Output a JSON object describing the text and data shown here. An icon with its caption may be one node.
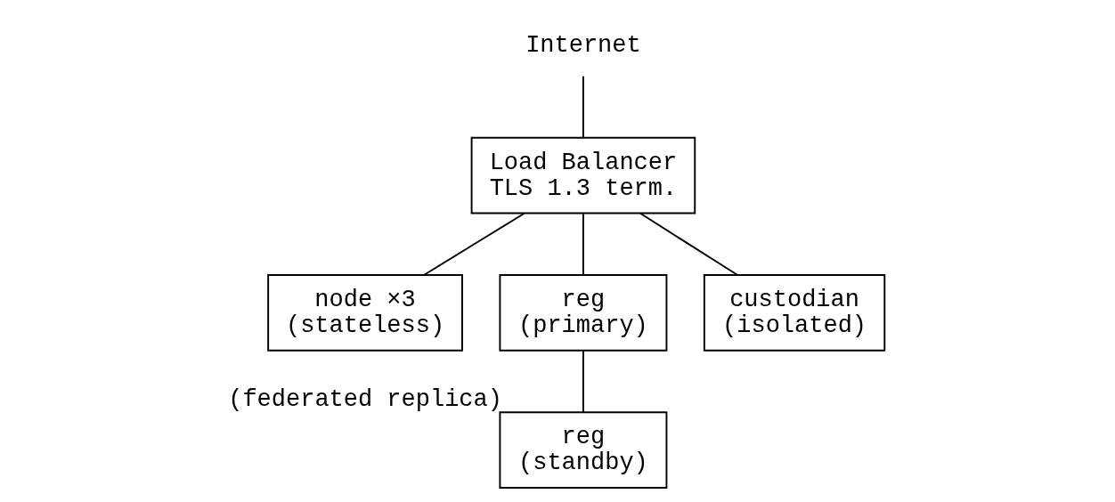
{
  "diagram": {
    "nodes": [
      {
        "text": [
          "Internet"
        ]
      },
      {
        "text": [
          "Load Balancer",
          "TLS 1.3 term."
        ]
      },
      {
        "text": [
          "node ×3",
          "(stateless)"
        ]
      },
      {
        "text": [
          "reg",
          "(primary)"
        ]
      },
      {
        "text": [
          "custodian",
          "(isolated)"
        ]
      },
      {
        "text": [
          "reg",
          "(standby)"
        ],
        "beside": [
          "(federated replica)"
        ]
      }
    ],
    "edges": [
      {
        "from": 0,
        "to": 1,
        "arrow": "none"
      },
      {
        "from": 1,
        "to": 2,
        "arrow": "none"
      },
      {
        "from": 1,
        "to": 3,
        "arrow": "none"
      },
      {
        "from": 1,
        "to": 4,
        "arrow": "none"
      },
      {
        "from": 3,
        "to": 5,
        "arrow": "none"
      }
    ]
  }
}
